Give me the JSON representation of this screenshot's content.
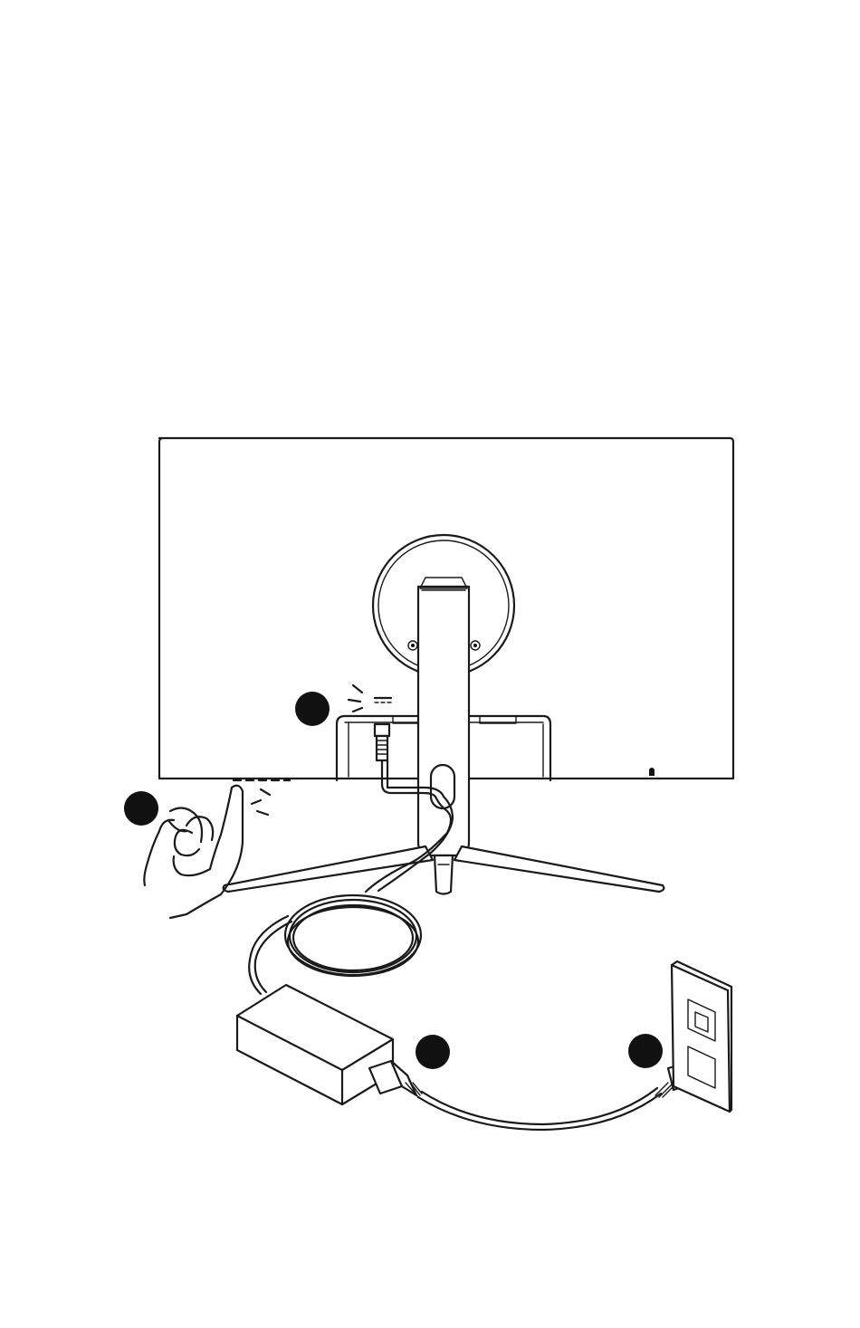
{
  "diagram": {
    "steps": [
      {
        "id": "step-1-adapter-to-outlet",
        "marker": "circle"
      },
      {
        "id": "step-2-cord-to-adapter",
        "marker": "circle"
      },
      {
        "id": "step-3-dc-in-to-monitor",
        "marker": "circle"
      },
      {
        "id": "step-4-press-power-button",
        "marker": "circle"
      }
    ],
    "colors": {
      "line": "#1a1a1a",
      "badge": "#111111",
      "background": "#ffffff"
    },
    "icons": [
      "monitor-rear-view",
      "stand",
      "power-adapter",
      "power-cord",
      "wall-outlet",
      "hand-pressing-button",
      "dc-symbol-icon"
    ]
  }
}
